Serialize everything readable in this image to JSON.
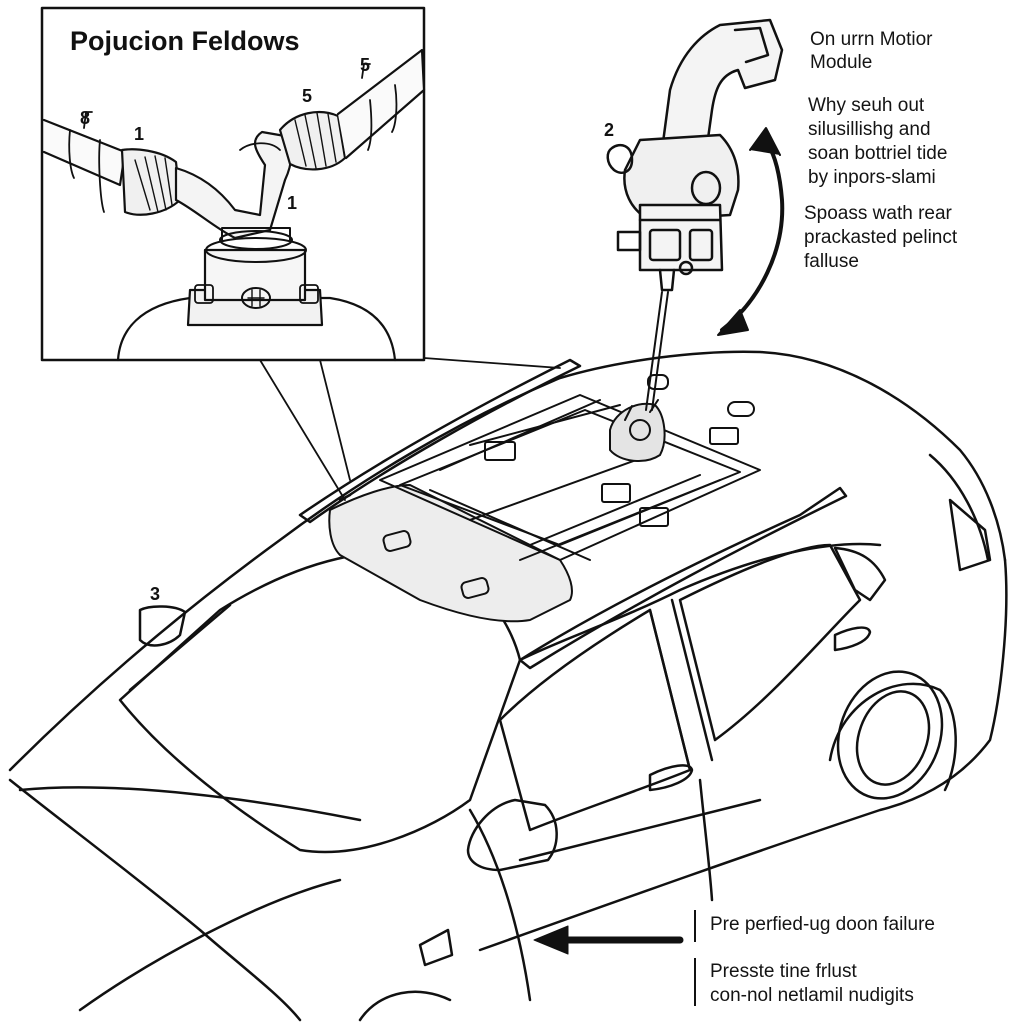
{
  "inset": {
    "title": "Pojucion Feldows"
  },
  "callouts": {
    "c8": "8",
    "c1a": "1",
    "c5a": "5",
    "c5b": "5",
    "c1b": "1",
    "c2": "2",
    "c3": "3"
  },
  "annotations": {
    "module_line1": "On urrn Motior",
    "module_line2": "Module",
    "why_line1": "Why seuh out",
    "why_line2": "silusillishg and",
    "why_line3": "soan bottriel tide",
    "why_line4": "by inpors-slami",
    "spoass_line1": "Spoass wath rear",
    "spoass_line2": "prackasted pelinct",
    "spoass_line3": "falluse",
    "pre_line1": "Pre perfied-ug doon failure",
    "presste_line1": "Presste tine frlust",
    "presste_line2": "con-nol netlamil nudigits"
  },
  "colors": {
    "ink": "#111111",
    "paper": "#ffffff",
    "shade": "#d9d9d9"
  }
}
